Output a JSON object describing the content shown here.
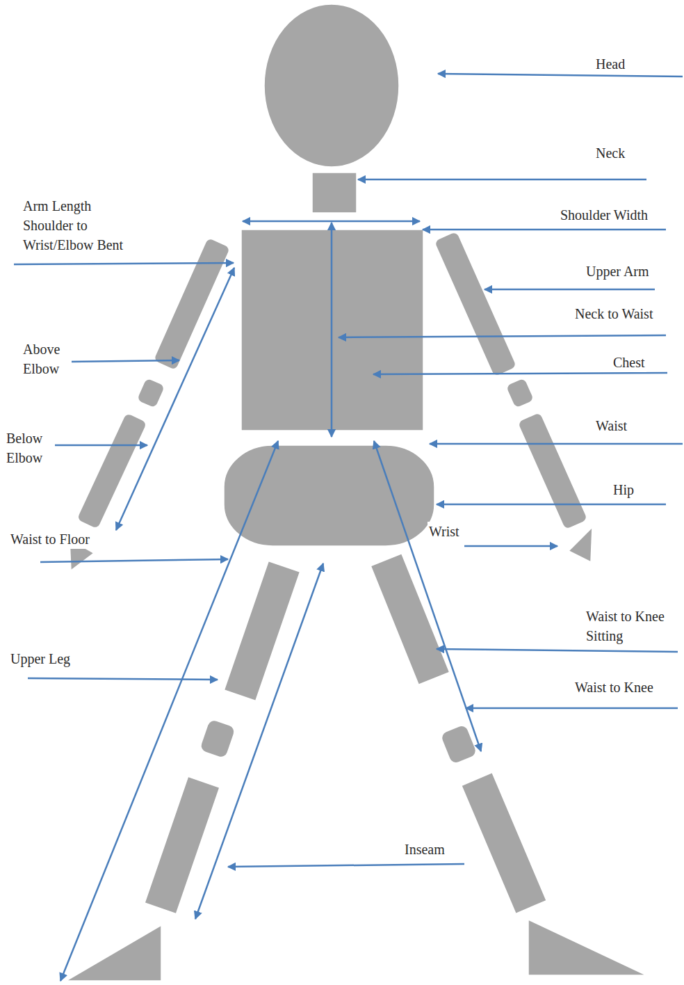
{
  "diagram": {
    "labels": [
      "Head",
      "Neck",
      "Arm Length Shoulder to Wrist/Elbow Bent",
      "Shoulder Width",
      "Upper Arm",
      "Neck to Waist",
      "Above Elbow",
      "Chest",
      "Below Elbow",
      "Waist",
      "Hip",
      "Wrist",
      "Waist to Floor",
      "Waist to Knee Sitting",
      "Upper Leg",
      "Waist to Knee",
      "Inseam"
    ]
  }
}
